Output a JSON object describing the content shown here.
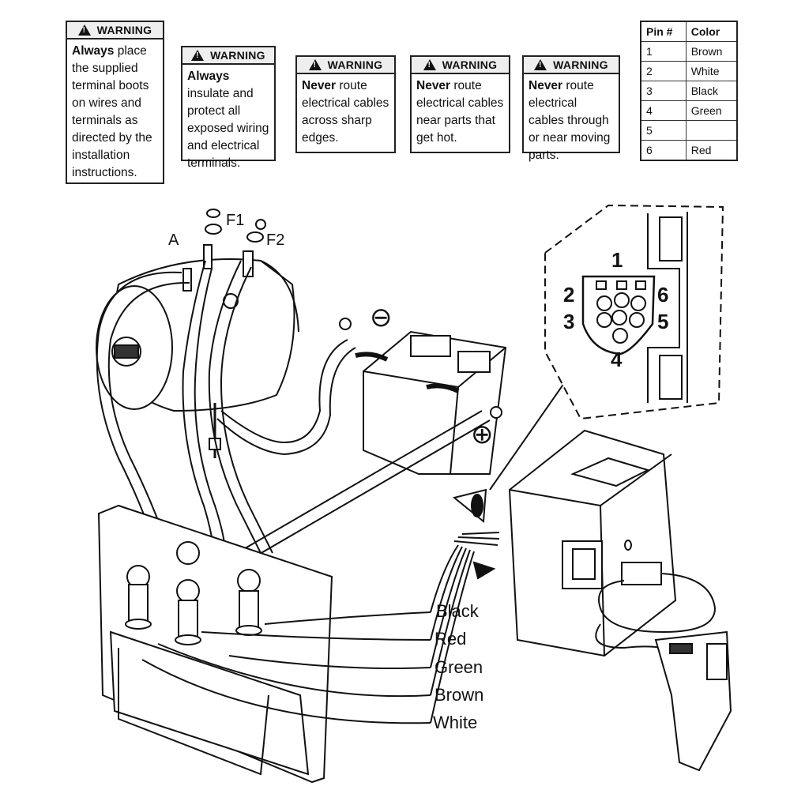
{
  "warnings": [
    {
      "heading": "WARNING",
      "bold": "Always",
      "text": " place the supplied terminal boots on wires and terminals as directed by the installation instructions."
    },
    {
      "heading": "WARNING",
      "bold": "Always",
      "text": " insulate and protect all exposed wiring and electrical terminals."
    },
    {
      "heading": "WARNING",
      "bold": "Never",
      "text": " route electrical cables across sharp edges."
    },
    {
      "heading": "WARNING",
      "bold": "Never",
      "text": " route electrical cables near parts that get hot."
    },
    {
      "heading": "WARNING",
      "bold": "Never",
      "text": " route electrical cables through or near moving parts."
    }
  ],
  "pin_table": {
    "headers": [
      "Pin #",
      "Color"
    ],
    "rows": [
      [
        "1",
        "Brown"
      ],
      [
        "2",
        "White"
      ],
      [
        "3",
        "Black"
      ],
      [
        "4",
        "Green"
      ],
      [
        "5",
        ""
      ],
      [
        "6",
        "Red"
      ]
    ]
  },
  "motor_terminals": {
    "a": "A",
    "f1": "F1",
    "f2": "F2"
  },
  "battery": {
    "negative": "⊖",
    "positive": "⊕"
  },
  "connector_pins": {
    "p1": "1",
    "p2": "2",
    "p3": "3",
    "p4": "4",
    "p5": "5",
    "p6": "6"
  },
  "wire_labels": [
    "Black",
    "Red",
    "Green",
    "Brown",
    "White"
  ]
}
